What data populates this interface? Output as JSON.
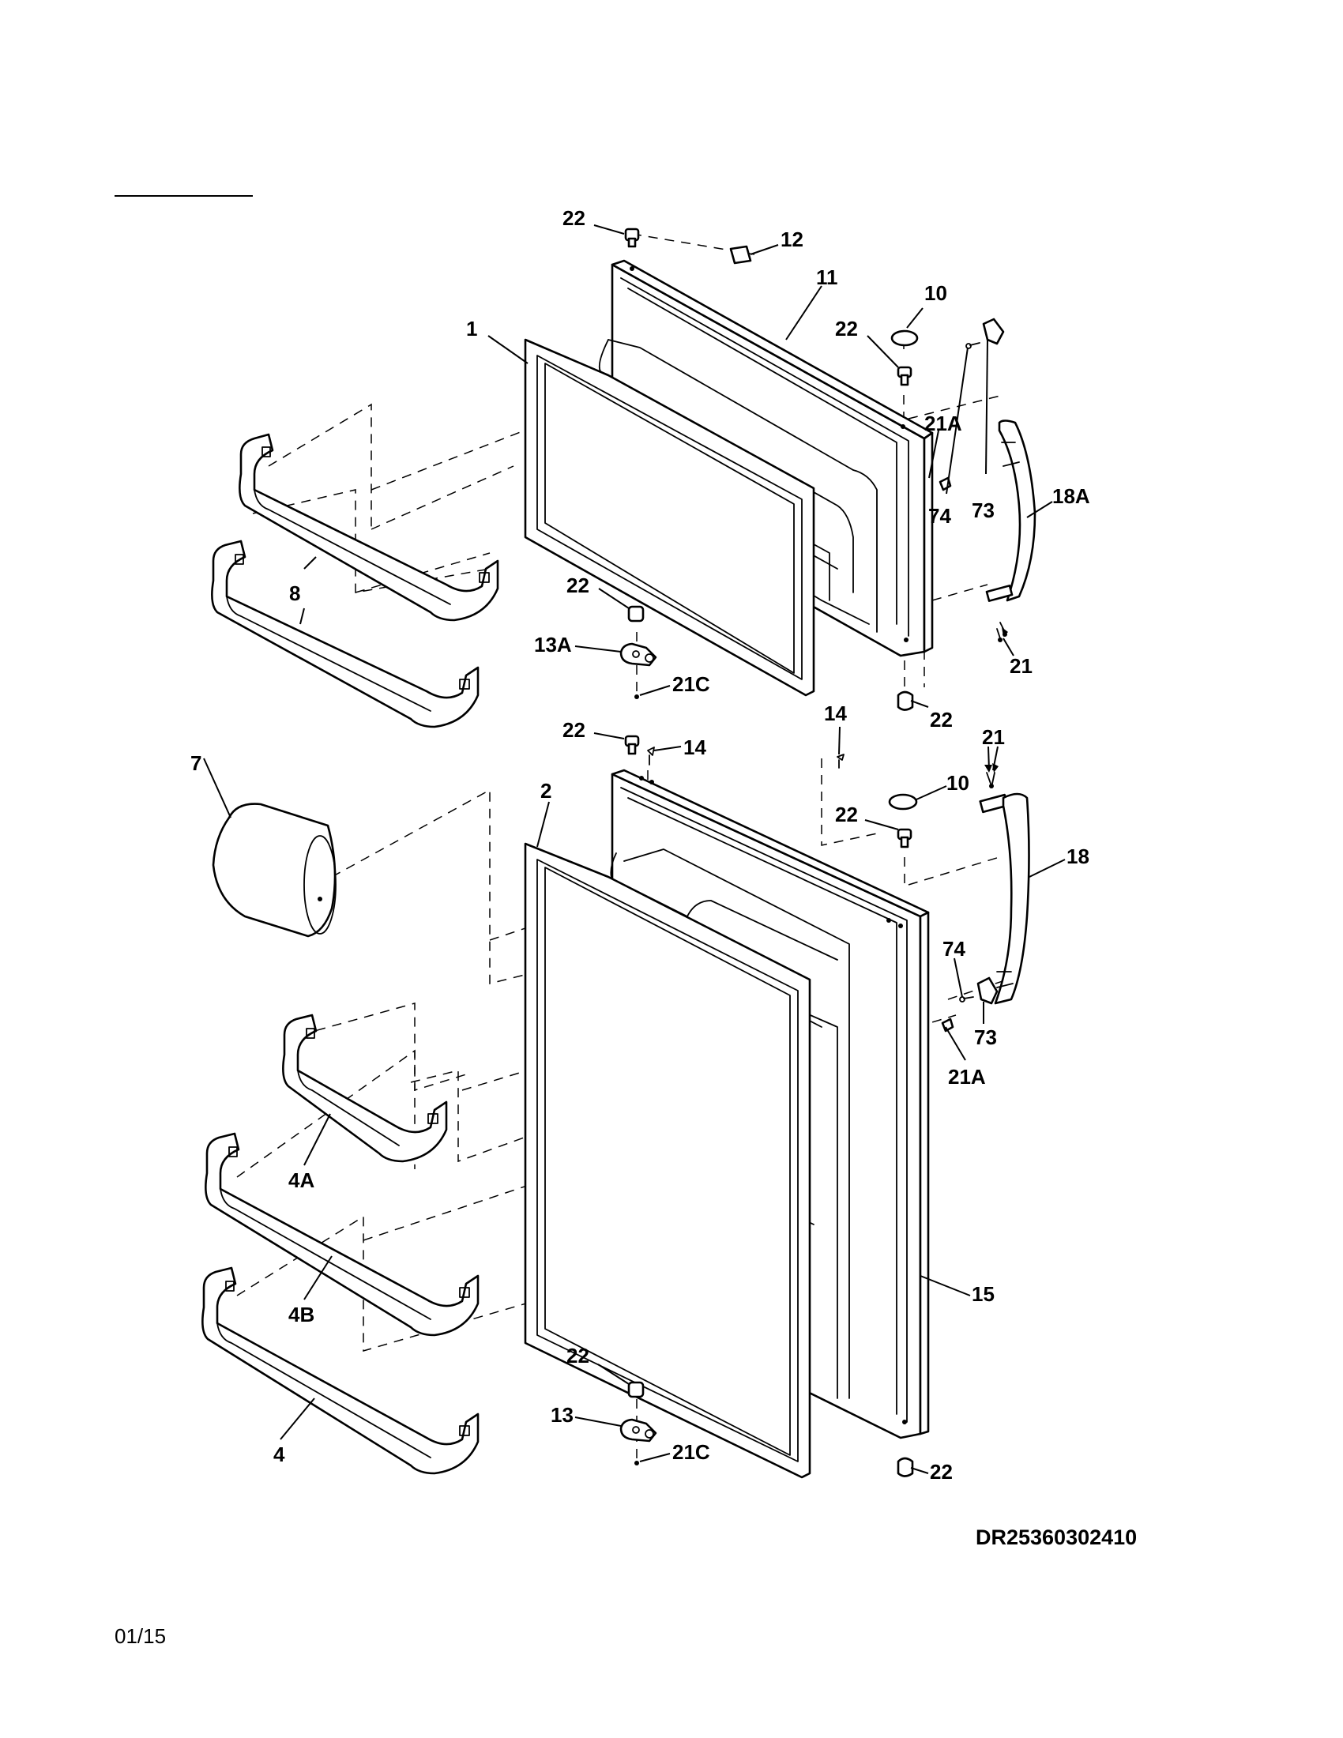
{
  "diagram_code": "DR25360302410",
  "page_date": "01/15",
  "callouts": {
    "c22_top": "22",
    "c12": "12",
    "c11": "11",
    "c10_top": "10",
    "c22_b": "22",
    "c1": "1",
    "c21A_top": "21A",
    "c74_top": "74",
    "c73_top": "73",
    "c18A": "18A",
    "c8": "8",
    "c22_c": "22",
    "c13A": "13A",
    "c21C_top": "21C",
    "c21_top": "21",
    "c22_d": "22",
    "c22_e": "22",
    "c14_a": "14",
    "c14_b": "14",
    "c21_mid": "21",
    "c7": "7",
    "c2": "2",
    "c10_bot": "10",
    "c22_f": "22",
    "c18": "18",
    "c74_bot": "74",
    "c73_bot": "73",
    "c21A_bot": "21A",
    "c4A": "4A",
    "c4B": "4B",
    "c15": "15",
    "c4": "4",
    "c22_g": "22",
    "c13": "13",
    "c21C_bot": "21C",
    "c22_h": "22"
  }
}
